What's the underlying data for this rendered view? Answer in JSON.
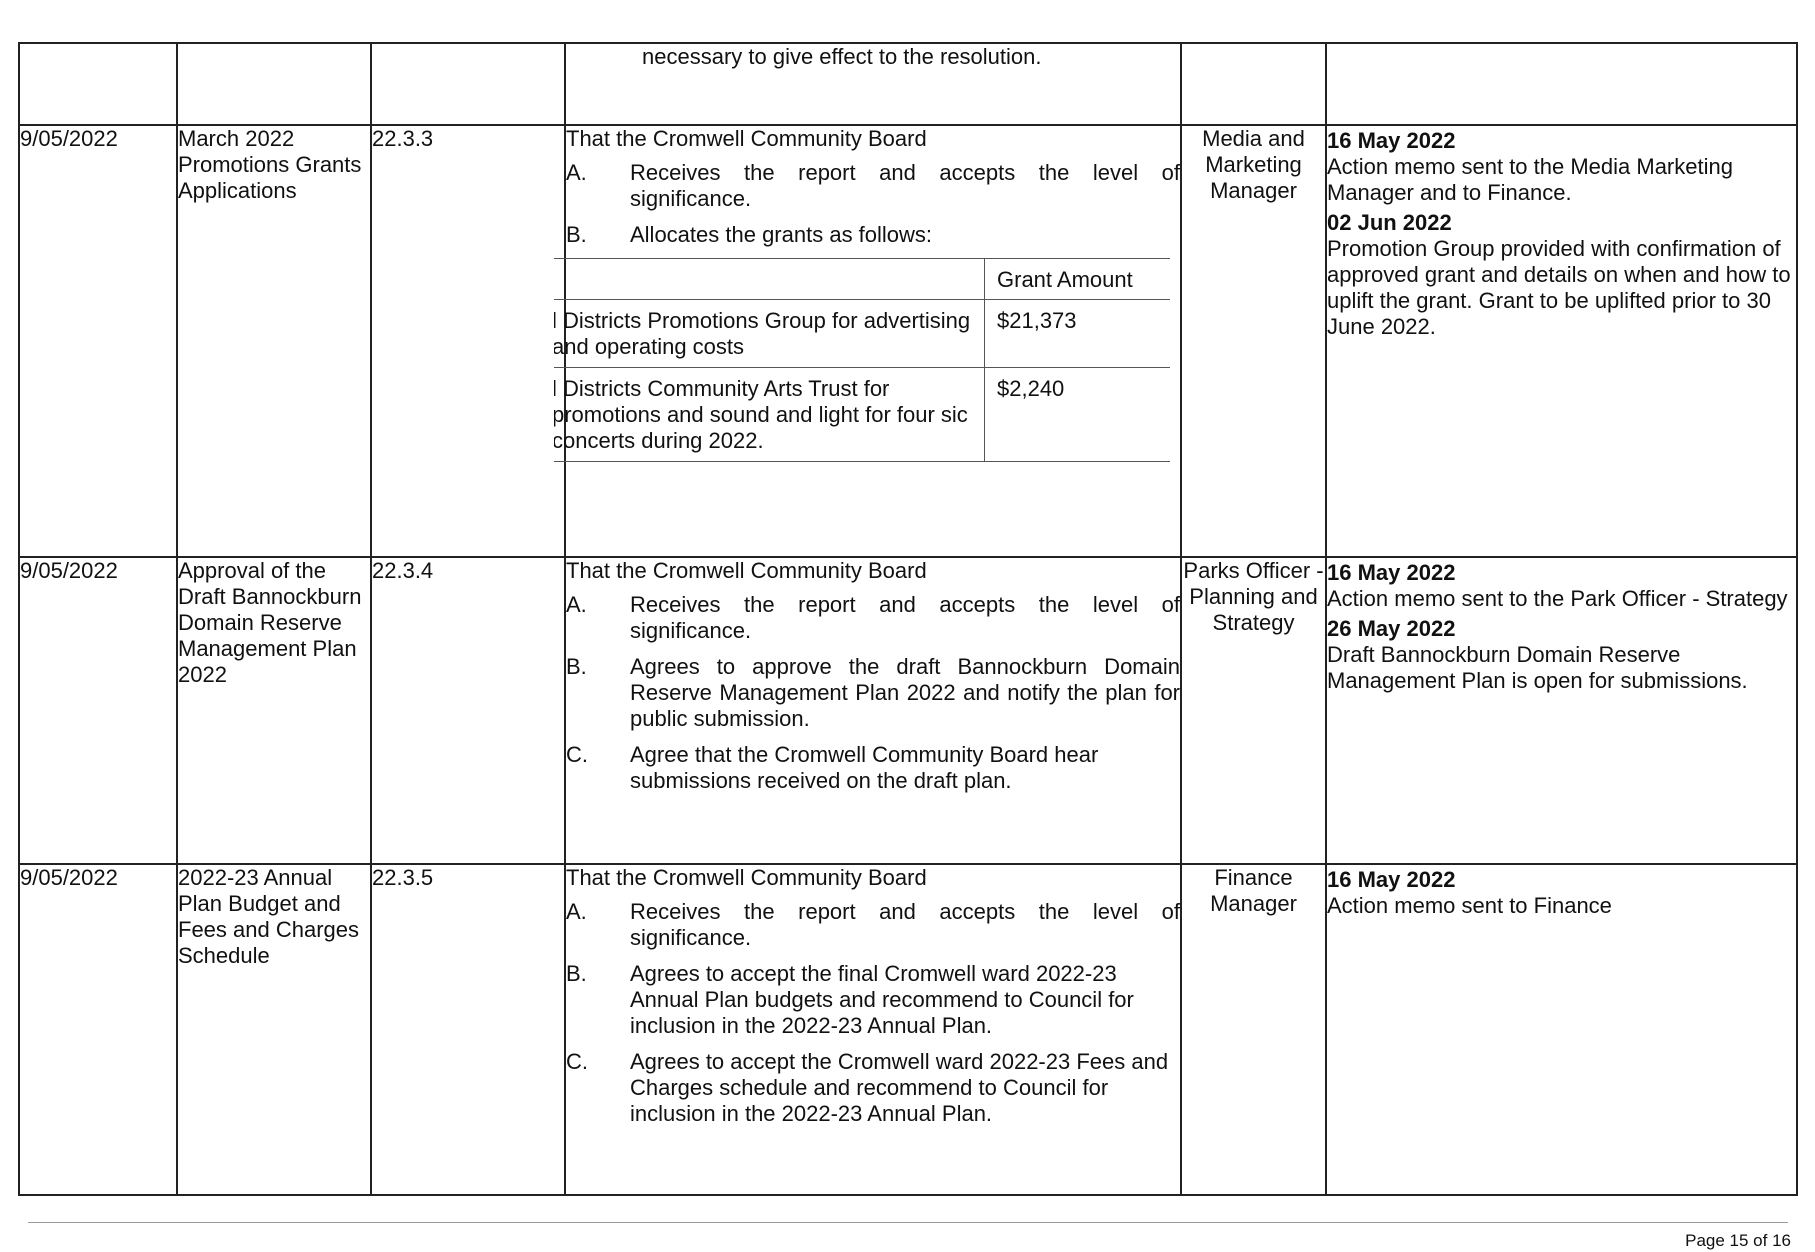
{
  "continuation": {
    "text": "necessary to give effect to the resolution."
  },
  "rows": [
    {
      "date": "9/05/2022",
      "title": "March 2022 Promotions Grants Applications",
      "ref": "22.3.3",
      "intro": "That the Cromwell Community Board",
      "items": [
        {
          "letter": "A.",
          "text": "Receives the report and accepts the level of significance."
        },
        {
          "letter": "B.",
          "text": "Allocates the grants as follows:"
        }
      ],
      "grants_header": {
        "recipient": "",
        "amount": "Grant Amount"
      },
      "grants": [
        {
          "recipient": "l Districts Promotions Group for advertising and operating costs",
          "amount": "$21,373"
        },
        {
          "recipient": "l Districts Community Arts Trust for promotions and sound and light for four sic concerts during 2022.",
          "amount": "$2,240"
        }
      ],
      "responsible": "Media and Marketing Manager",
      "actions": [
        {
          "date": "16 May 2022",
          "note": "Action memo sent to the Media Marketing Manager and to Finance."
        },
        {
          "date": "02 Jun 2022",
          "note": "Promotion Group provided with confirmation of approved grant and details on when and how to uplift the grant. Grant to be uplifted prior to 30 June 2022."
        }
      ]
    },
    {
      "date": "9/05/2022",
      "title": "Approval of the Draft Bannockburn Domain Reserve Management Plan 2022",
      "ref": "22.3.4",
      "intro": "That the Cromwell Community Board",
      "items": [
        {
          "letter": "A.",
          "text": "Receives the report and accepts the level of significance."
        },
        {
          "letter": "B.",
          "text": "Agrees to approve the draft Bannockburn Domain Reserve Management Plan 2022 and notify the plan for public submission."
        },
        {
          "letter": "C.",
          "text": "Agree that the Cromwell Community Board hear submissions received on the draft plan."
        }
      ],
      "responsible": "Parks Officer - Planning and Strategy",
      "actions": [
        {
          "date": "16 May 2022",
          "note": "Action memo sent to the Park Officer - Strategy"
        },
        {
          "date": "26 May 2022",
          "note": "Draft Bannockburn Domain Reserve Management Plan is open for submissions."
        }
      ]
    },
    {
      "date": "9/05/2022",
      "title": "2022-23 Annual Plan Budget and Fees and Charges Schedule",
      "ref": "22.3.5",
      "intro": "That the Cromwell Community Board",
      "items": [
        {
          "letter": "A.",
          "text": "Receives the report and accepts the level of significance."
        },
        {
          "letter": "B.",
          "text": "Agrees to accept the final Cromwell ward 2022-23 Annual Plan budgets and recommend to Council for inclusion in the 2022-23 Annual Plan."
        },
        {
          "letter": "C.",
          "text": "Agrees to accept the Cromwell ward 2022-23 Fees and Charges schedule and recommend to Council for inclusion in the 2022-23 Annual Plan."
        }
      ],
      "responsible": "Finance Manager",
      "actions": [
        {
          "date": "16 May 2022",
          "note": "Action memo sent to Finance"
        }
      ]
    }
  ],
  "footer": {
    "page_label": "Page 15 of 16"
  }
}
